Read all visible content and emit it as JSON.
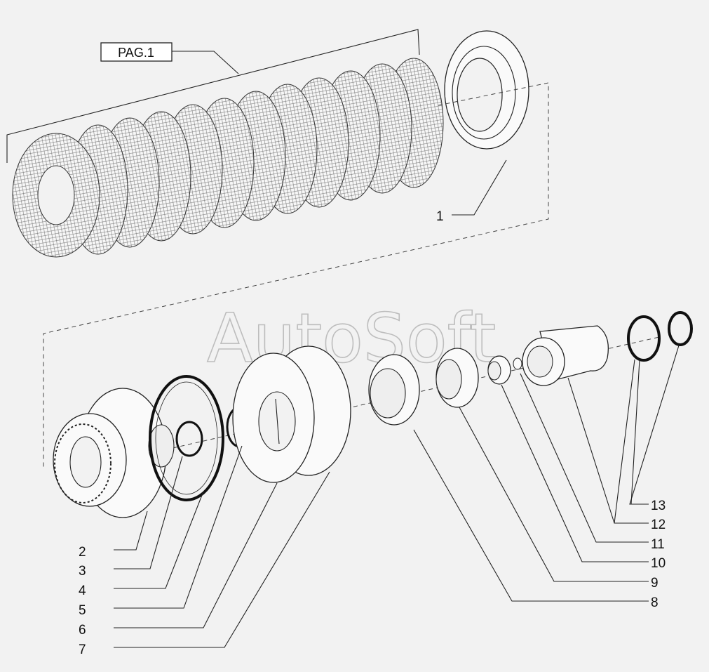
{
  "reference_box": "PAG.1",
  "watermark": "AutoSoft",
  "callouts": [
    "1",
    "2",
    "3",
    "4",
    "5",
    "6",
    "7",
    "8",
    "9",
    "10",
    "11",
    "12",
    "13"
  ]
}
